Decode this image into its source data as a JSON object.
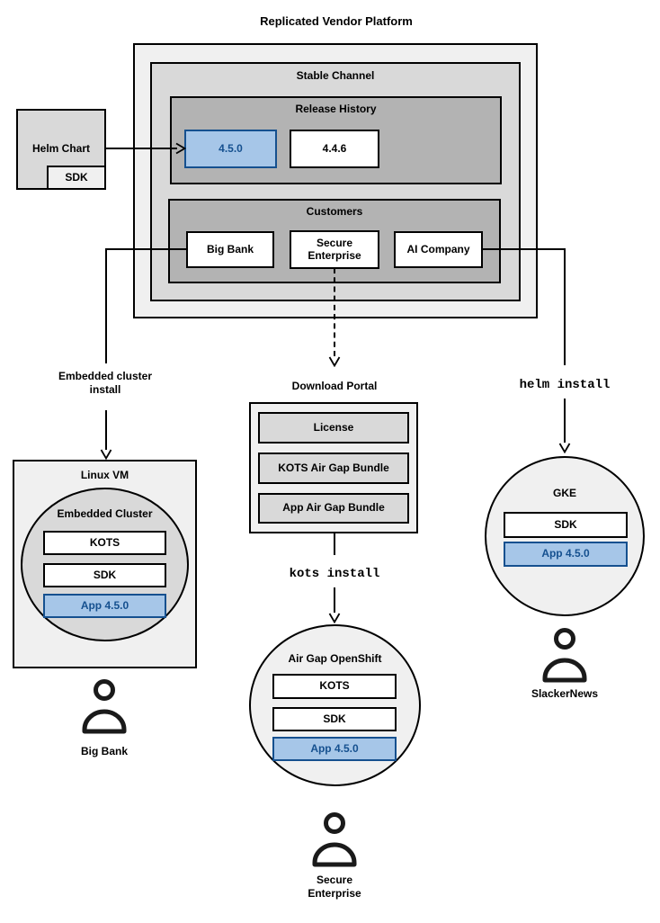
{
  "diagram": {
    "title": "Replicated Vendor Platform",
    "colors": {
      "outer_fill": "#f0f0f0",
      "mid_fill": "#d9d9d9",
      "dark_fill": "#b3b3b3",
      "node_fill": "#ffffff",
      "highlight_fill": "#a6c6e8",
      "highlight_stroke": "#15508f",
      "line": "#000000"
    },
    "platform": {
      "stable_channel": {
        "label": "Stable Channel",
        "release_history": {
          "label": "Release History",
          "releases": [
            {
              "version": "4.5.0",
              "highlighted": true
            },
            {
              "version": "4.4.6",
              "highlighted": false
            }
          ]
        },
        "customers": {
          "label": "Customers",
          "items": [
            {
              "name": "Big Bank"
            },
            {
              "name": "Secure Enterprise"
            },
            {
              "name": "AI Company"
            }
          ]
        }
      }
    },
    "helm_chart": {
      "label": "Helm Chart",
      "sdk": "SDK"
    },
    "flows": {
      "embedded": {
        "edge_label": "Embedded cluster install",
        "target": {
          "label": "Linux VM",
          "cluster_label": "Embedded Cluster",
          "components": [
            "KOTS",
            "SDK"
          ],
          "app": "App 4.5.0"
        },
        "persona": "Big Bank"
      },
      "airgap": {
        "portal": {
          "label": "Download Portal",
          "items": [
            "License",
            "KOTS Air Gap Bundle",
            "App Air Gap Bundle"
          ]
        },
        "edge_label": "kots install",
        "target": {
          "label": "Air Gap OpenShift",
          "components": [
            "KOTS",
            "SDK"
          ],
          "app": "App 4.5.0"
        },
        "persona": "Secure Enterprise"
      },
      "helm": {
        "edge_label": "helm install",
        "target": {
          "label": "GKE",
          "components": [
            "SDK"
          ],
          "app": "App 4.5.0"
        },
        "persona": "SlackerNews"
      }
    }
  }
}
